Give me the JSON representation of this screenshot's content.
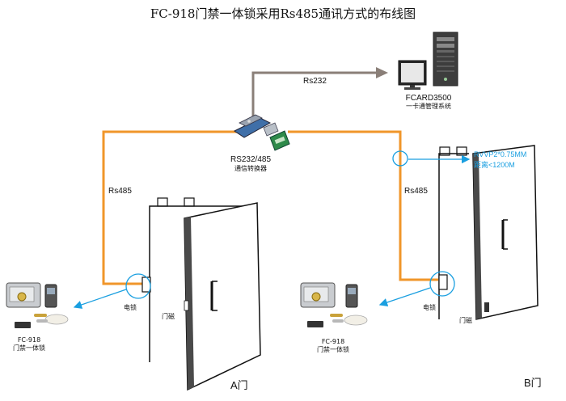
{
  "title": "FC-918门禁一体锁采用Rs485通讯方式的布线图",
  "labels": {
    "rs232": "Rs232",
    "rs485_left": "Rs485",
    "rs485_right": "Rs485",
    "pc_model": "FCARD3500",
    "pc_desc": "一卡通管理系统",
    "converter_model": "RS232/485",
    "converter_desc": "通信转换器",
    "cable_type": "RVVP2*0.75MM",
    "cable_dist": "距离<1200M",
    "lock_left": "电锁",
    "lock_right": "电锁",
    "magnet_left": "门磁",
    "magnet_right": "门磁",
    "product_left_model": "FC-918",
    "product_left_desc": "门禁一体锁",
    "product_right_model": "FC-918",
    "product_right_desc": "门禁一体锁",
    "door_a": "A门",
    "door_b": "B门"
  },
  "colors": {
    "rs485_wire": "#f0962a",
    "rs232_wire": "#8a7f78",
    "callout": "#1a9fe0"
  }
}
